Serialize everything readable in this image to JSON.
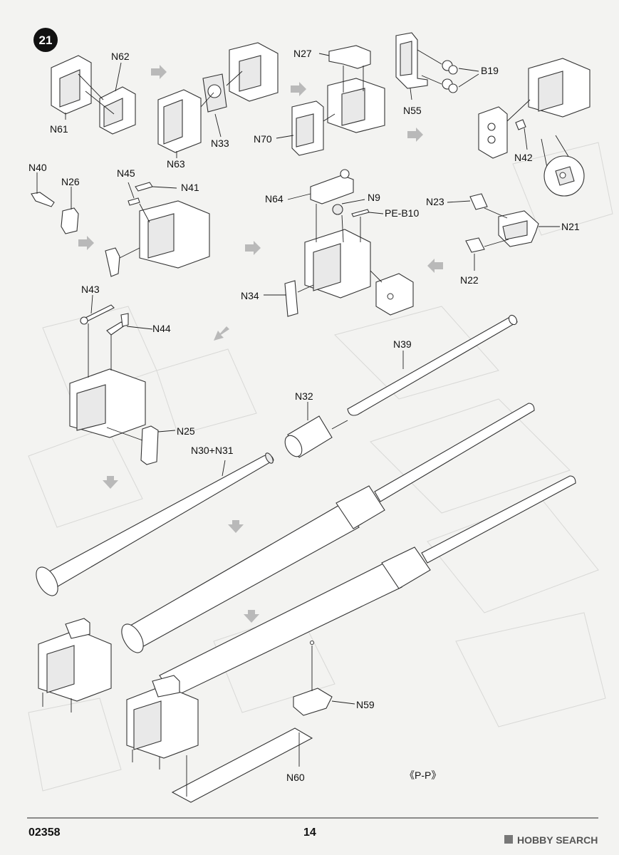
{
  "step": {
    "number": "21"
  },
  "labels": {
    "N62": "N62",
    "N61": "N61",
    "N63": "N63",
    "N33": "N33",
    "N27": "N27",
    "N70": "N70",
    "N55": "N55",
    "B19": "B19",
    "N42": "N42",
    "N40": "N40",
    "N26": "N26",
    "N45": "N45",
    "N41": "N41",
    "N64": "N64",
    "N9": "N9",
    "PE_B10": "PE-B10",
    "N34": "N34",
    "N23": "N23",
    "N21": "N21",
    "N22": "N22",
    "N43": "N43",
    "N44": "N44",
    "N25": "N25",
    "N39": "N39",
    "N32": "N32",
    "N30_N31": "N30+N31",
    "N59": "N59",
    "N60": "N60"
  },
  "note": "《P-P》",
  "footer": {
    "code": "02358",
    "page": "14"
  },
  "watermark": {
    "brand": "HOBBY SEARCH"
  }
}
